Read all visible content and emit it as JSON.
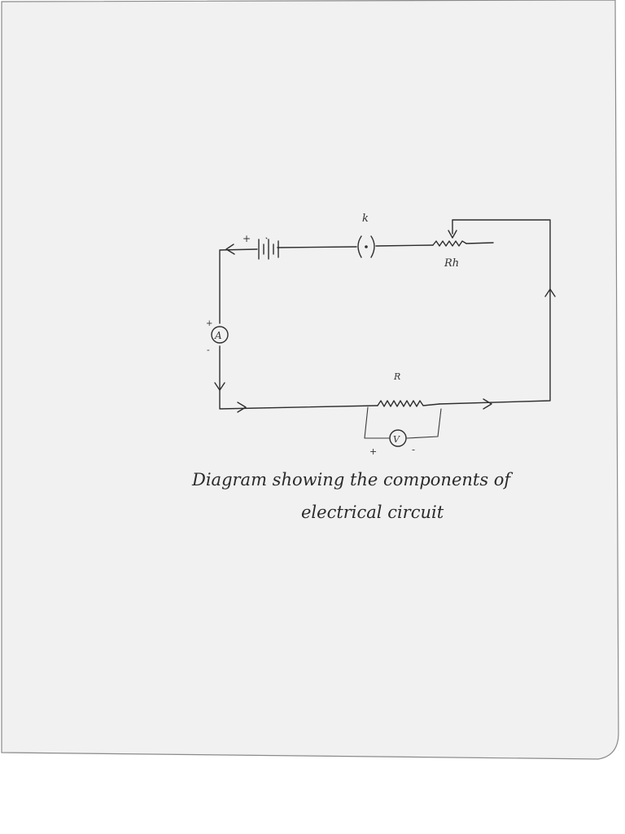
{
  "colors": {
    "paper": "#f2f1f2",
    "ink": "#2e2e2e",
    "background": "#ffffff"
  },
  "labels": {
    "key": "k",
    "rheostat": "Rh",
    "resistor": "R",
    "ammeter": "A",
    "voltmeter": "V",
    "plus": "+",
    "minus": "-"
  },
  "caption": {
    "line1": "Diagram showing the components of",
    "line2": "electrical circuit"
  },
  "icons": {
    "battery": "battery-cells-icon",
    "key": "plug-key-icon",
    "rheostat": "rheostat-icon",
    "ammeter": "ammeter-icon",
    "resistor": "resistor-icon",
    "voltmeter": "voltmeter-icon"
  }
}
